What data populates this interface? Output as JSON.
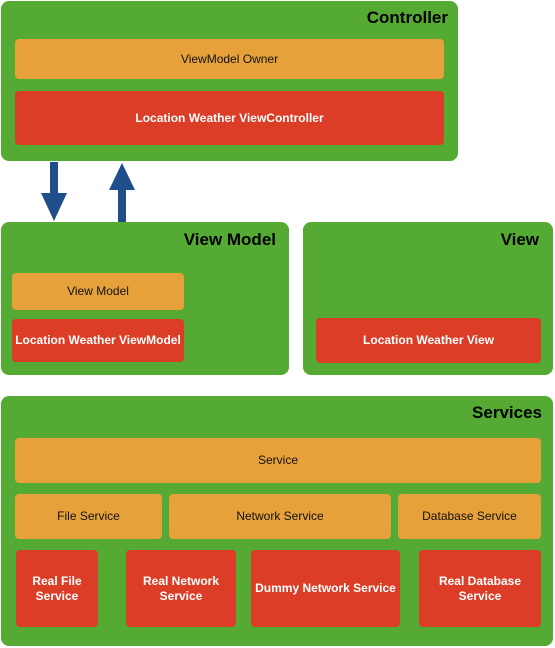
{
  "colors": {
    "group": "#55aa33",
    "abstract": "#e6a13a",
    "concrete": "#dc3d26",
    "arrow": "#1f4e8a"
  },
  "controller": {
    "title": "Controller",
    "owner": "ViewModel Owner",
    "impl": "Location Weather ViewController"
  },
  "viewmodel": {
    "title": "View Model",
    "abstract": "View Model",
    "impl": "Location Weather ViewModel"
  },
  "view": {
    "title": "View",
    "impl": "Location Weather View"
  },
  "services": {
    "title": "Services",
    "service": "Service",
    "file": "File Service",
    "network": "Network Service",
    "database": "Database Service",
    "real_file": "Real File Service",
    "real_network": "Real Network Service",
    "dummy_network": "Dummy Network Service",
    "real_database": "Real Database Service"
  }
}
